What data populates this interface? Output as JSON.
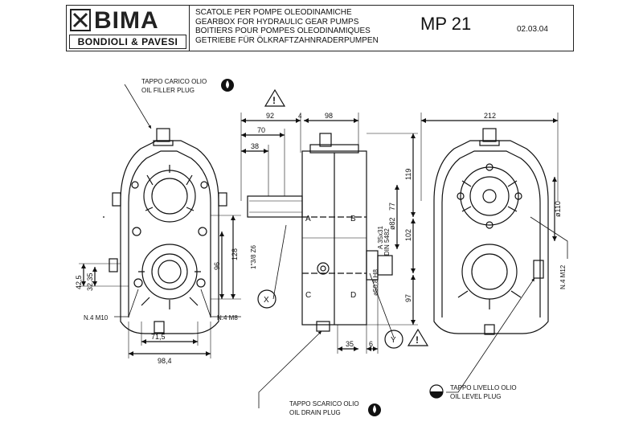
{
  "header": {
    "brand": "BIMA",
    "sub_brand": "BONDIOLI & PAVESI",
    "title_lines": [
      "SCATOLE PER POMPE OLEODINAMICHE",
      "GEARBOX FOR HYDRAULIC GEAR PUMPS",
      "BOITIERS POUR POMPES OLEODINAMIQUES",
      "GETRIEBE FÜR ÖLKRAFTZAHNRADERPUMPEN"
    ],
    "model": "MP 21",
    "date": "02.03.04"
  },
  "callouts": {
    "filler_it": "TAPPO CARICO OLIO",
    "filler_en": "OIL FILLER PLUG",
    "drain_it": "TAPPO SCARICO OLIO",
    "drain_en": "OIL DRAIN PLUG",
    "level_it": "TAPPO LIVELLO OLIO",
    "level_en": "OIL LEVEL PLUG"
  },
  "dimensions": {
    "d92": "92",
    "d4": "4",
    "d98": "98",
    "d70": "70",
    "d38": "38",
    "d119": "119",
    "d77": "77",
    "d102": "102",
    "d97": "97",
    "d96": "96",
    "d128": "128",
    "d42_5": "42,5",
    "d32_35": "32,35",
    "d71_5": "71,5",
    "d98_4": "98,4",
    "d35": "35",
    "d6": "6",
    "d212": "212",
    "d110": "ø110",
    "d82": "ø82",
    "d50_8": "ø50,8 H8",
    "shaft": "1\"3/8 Z6",
    "spline": "A 35x31",
    "din": "DIN 5482"
  },
  "labels": {
    "n4m10": "N.4 M10",
    "n4m8": "N.4 M8",
    "n4m12": "N.4 M12",
    "x": "X",
    "y": "Y",
    "a": "A",
    "b": "B",
    "c": "C",
    "d": "D"
  }
}
